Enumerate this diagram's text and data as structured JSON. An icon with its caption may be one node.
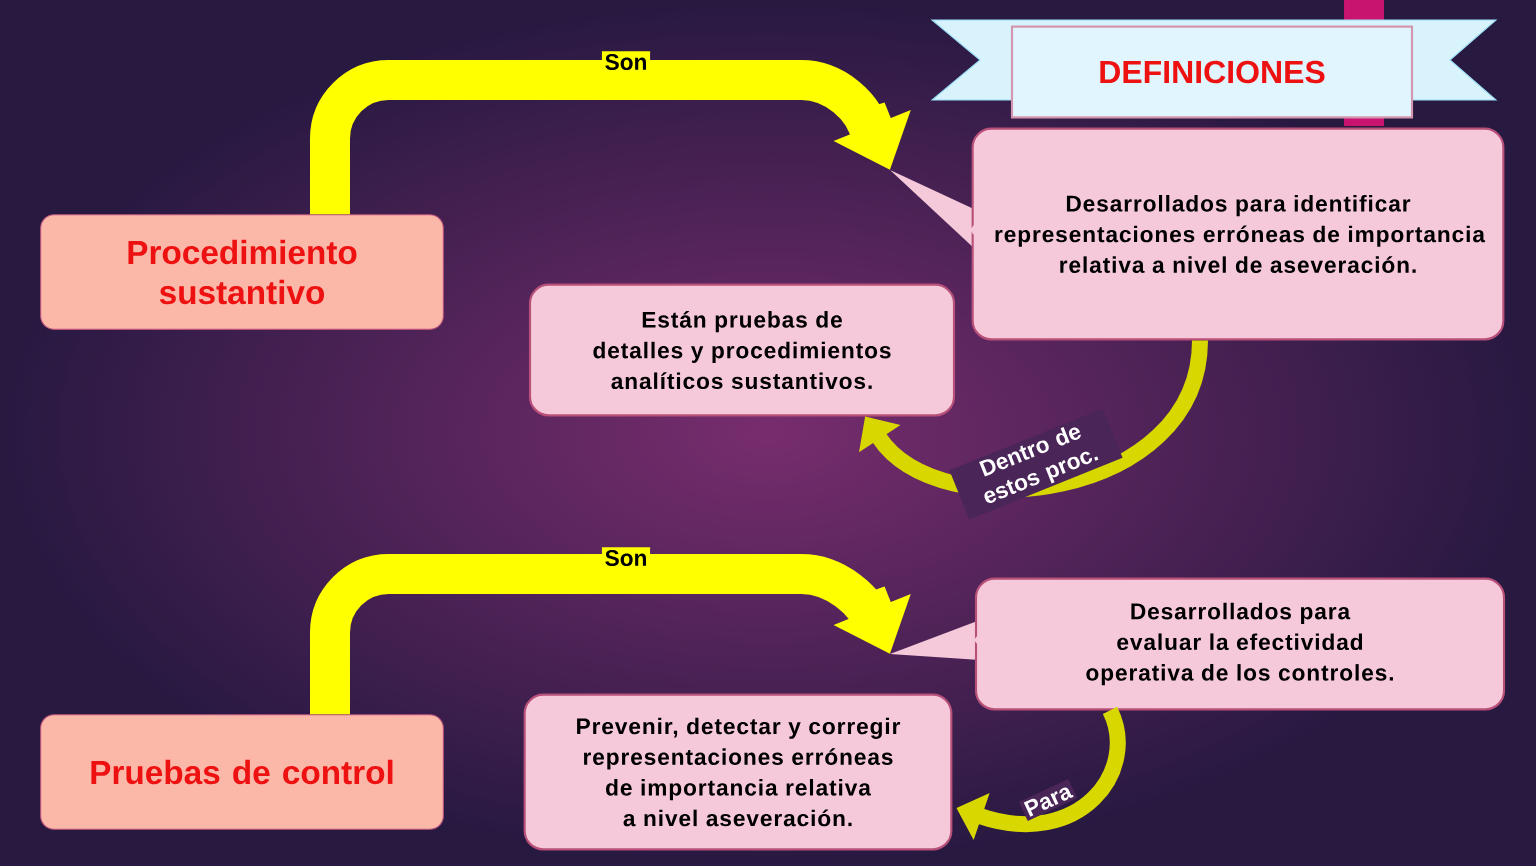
{
  "diagram": {
    "title": "DEFINICIONES",
    "nodes": [
      {
        "text": [
          "Procedimiento sustantivo"
        ]
      },
      {
        "text": [
          "Desarrollados para identificar representaciones erróneas de importancia relativa a nivel de aseveración."
        ]
      },
      {
        "text": [
          "Están pruebas de detalles y procedimientos analíticos sustantivos."
        ]
      },
      {
        "text": [
          "Pruebas de control"
        ]
      },
      {
        "text": [
          "Desarrollados para evaluar la efectividad operativa de los controles."
        ]
      },
      {
        "text": [
          "Prevenir, detectar y corregir representaciones erróneas de importancia relativa a nivel aseveración."
        ]
      }
    ],
    "edges": [
      {
        "from": 0,
        "to": 1,
        "arrow": "to",
        "label": "Son",
        "style": "thick"
      },
      {
        "from": 1,
        "to": 2,
        "arrow": "to",
        "label": "Dentro de estos proc."
      },
      {
        "from": 3,
        "to": 4,
        "arrow": "to",
        "label": "Son",
        "style": "thick"
      },
      {
        "from": 4,
        "to": 5,
        "arrow": "to",
        "label": "Para"
      }
    ]
  }
}
